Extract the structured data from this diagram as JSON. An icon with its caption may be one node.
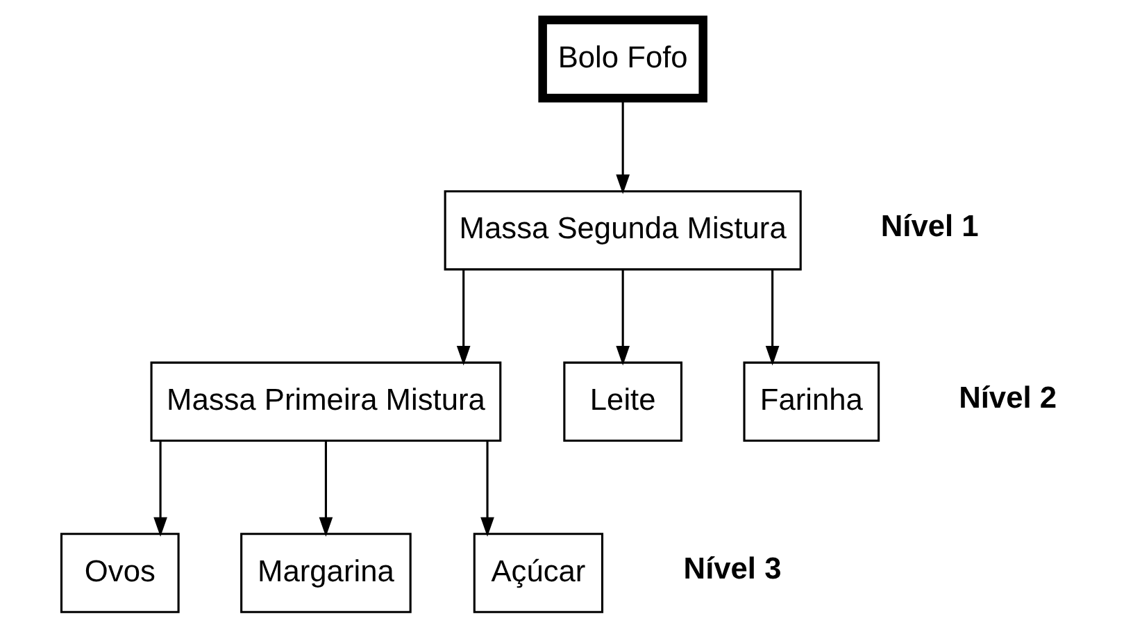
{
  "diagram": {
    "nodes": [
      {
        "text": [
          "Bolo Fofo"
        ]
      },
      {
        "text": [
          "Massa Segunda Mistura"
        ]
      },
      {
        "text": [
          "Massa Primeira Mistura"
        ]
      },
      {
        "text": [
          "Leite"
        ]
      },
      {
        "text": [
          "Farinha"
        ]
      },
      {
        "text": [
          "Ovos"
        ]
      },
      {
        "text": [
          "Margarina"
        ]
      },
      {
        "text": [
          "Açúcar"
        ]
      }
    ],
    "edges": [
      {
        "from": 0,
        "to": 1,
        "arrow": "to"
      },
      {
        "from": 1,
        "to": 2,
        "arrow": "to"
      },
      {
        "from": 1,
        "to": 3,
        "arrow": "to"
      },
      {
        "from": 1,
        "to": 4,
        "arrow": "to"
      },
      {
        "from": 2,
        "to": 5,
        "arrow": "to"
      },
      {
        "from": 2,
        "to": 6,
        "arrow": "to"
      },
      {
        "from": 2,
        "to": 7,
        "arrow": "to"
      }
    ],
    "labels": [
      "Nível 1",
      "Nível 2",
      "Nível 3"
    ]
  }
}
